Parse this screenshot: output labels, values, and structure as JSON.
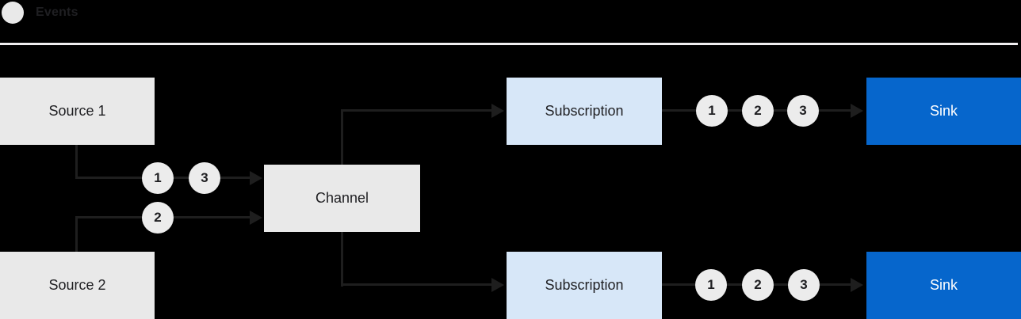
{
  "legend": {
    "label": "Events",
    "icon": "event-circle"
  },
  "colors": {
    "background": "#000000",
    "node_gray": "#e9e9e9",
    "subscription_fill": "#d7e7f8",
    "sink_fill": "#0666cc",
    "line": "#1e1e1e",
    "event_circle_fill": "#ececec",
    "label_dark": "#1f1f22",
    "sink_label": "#ffffff",
    "separator": "#f0eef0",
    "legend_circle": "#e9e9e9"
  },
  "diagram": {
    "nodes": {
      "source1": {
        "label": "Source 1"
      },
      "source2": {
        "label": "Source 2"
      },
      "channel": {
        "label": "Channel"
      },
      "subscription1": {
        "label": "Subscription"
      },
      "subscription2": {
        "label": "Subscription"
      },
      "sink1": {
        "label": "Sink"
      },
      "sink2": {
        "label": "Sink"
      }
    },
    "flows": {
      "source1_to_channel": {
        "events": [
          "1",
          "3"
        ]
      },
      "source2_to_channel": {
        "events": [
          "2"
        ]
      },
      "channel_to_subscription1": {
        "events": []
      },
      "channel_to_subscription2": {
        "events": []
      },
      "subscription1_to_sink": {
        "events": [
          "1",
          "2",
          "3"
        ]
      },
      "subscription2_to_sink": {
        "events": [
          "1",
          "2",
          "3"
        ]
      }
    }
  }
}
